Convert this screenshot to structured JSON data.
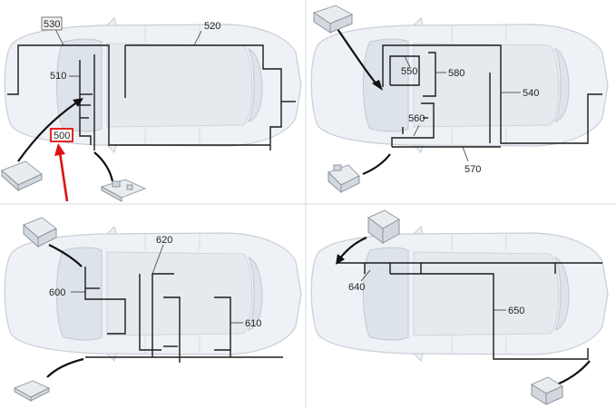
{
  "panels": {
    "top_left": {
      "labels": {
        "l530": "530",
        "l520": "520",
        "l510": "510",
        "l500": "500"
      }
    },
    "top_right": {
      "labels": {
        "l550": "550",
        "l580": "580",
        "l540": "540",
        "l560": "560",
        "l570": "570"
      }
    },
    "bottom_left": {
      "labels": {
        "l620": "620",
        "l600": "600",
        "l610": "610"
      }
    },
    "bottom_right": {
      "labels": {
        "l640": "640",
        "l650": "650"
      }
    }
  },
  "colors": {
    "highlight": "#e01010",
    "wire": "#1a1a1a",
    "car_body": "#eef1f5"
  }
}
